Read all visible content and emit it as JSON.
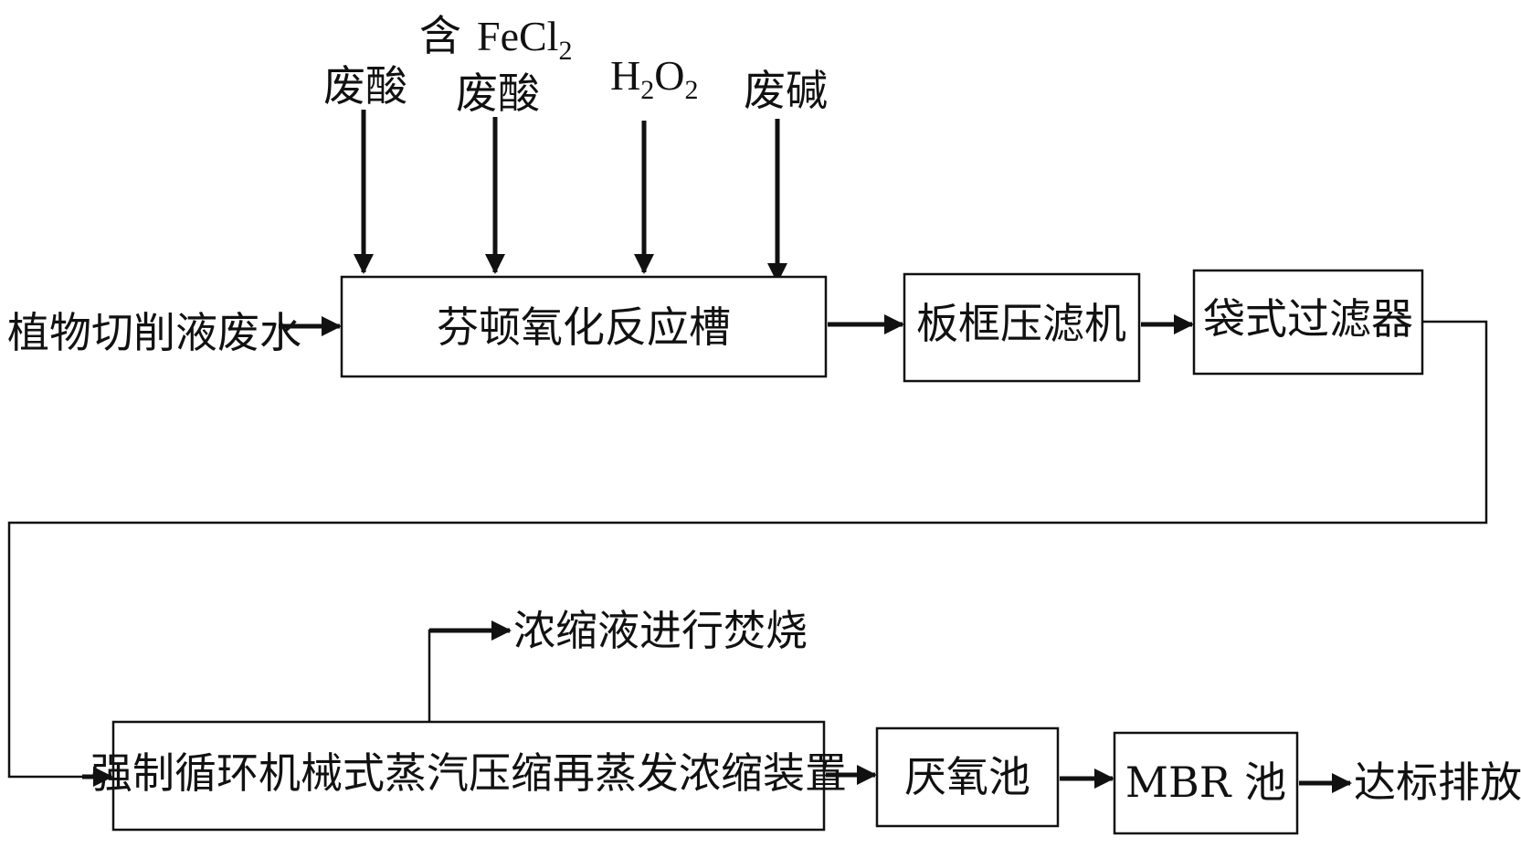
{
  "inputs": {
    "waste_acid_1": "废酸",
    "fecl2_prefix": "含",
    "fecl2_formula_main": "FeCl",
    "fecl2_formula_sub": "2",
    "waste_acid_2": "废酸",
    "h2o2_h": "H",
    "h2o2_sub1": "2",
    "h2o2_o": "O",
    "h2o2_sub2": "2",
    "waste_alkali": "废碱"
  },
  "source": "植物切削液废水",
  "boxes": {
    "fenton": "芬顿氧化反应槽",
    "filter_press": "板框压滤机",
    "bag_filter": "袋式过滤器",
    "evaporator": "强制循环机械式蒸汽压缩再蒸发浓缩装置",
    "anaerobic": "厌氧池",
    "mbr": "MBR 池"
  },
  "outputs": {
    "concentrate": "浓缩液进行焚烧",
    "discharge": "达标排放"
  }
}
